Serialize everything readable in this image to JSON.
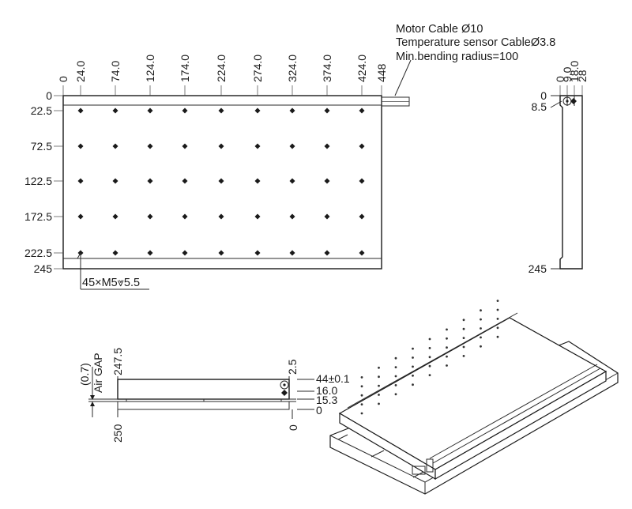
{
  "notes": {
    "cable": [
      "Motor Cable Ø10",
      "Temperature sensor CableØ3.8",
      "Min.bending radius=100"
    ],
    "holes": "45×M5⩔5.5"
  },
  "top_view": {
    "x_labels": [
      "0",
      "24.0",
      "74.0",
      "124.0",
      "174.0",
      "224.0",
      "274.0",
      "324.0",
      "374.0",
      "424.0",
      "448"
    ],
    "y_labels": [
      "0",
      "22.5",
      "72.5",
      "122.5",
      "172.5",
      "222.5",
      "245"
    ]
  },
  "side_view": {
    "x_labels": [
      "0",
      "9.0",
      "18.0",
      "28"
    ],
    "y_labels": [
      "0",
      "8.5",
      "245"
    ]
  },
  "front_view": {
    "left_labels": [
      "(0.7)",
      "Air GAP",
      "247.5",
      "250"
    ],
    "right_labels": [
      "2.5",
      "44±0.1",
      "16.0",
      "15.3",
      "0",
      "0"
    ]
  }
}
